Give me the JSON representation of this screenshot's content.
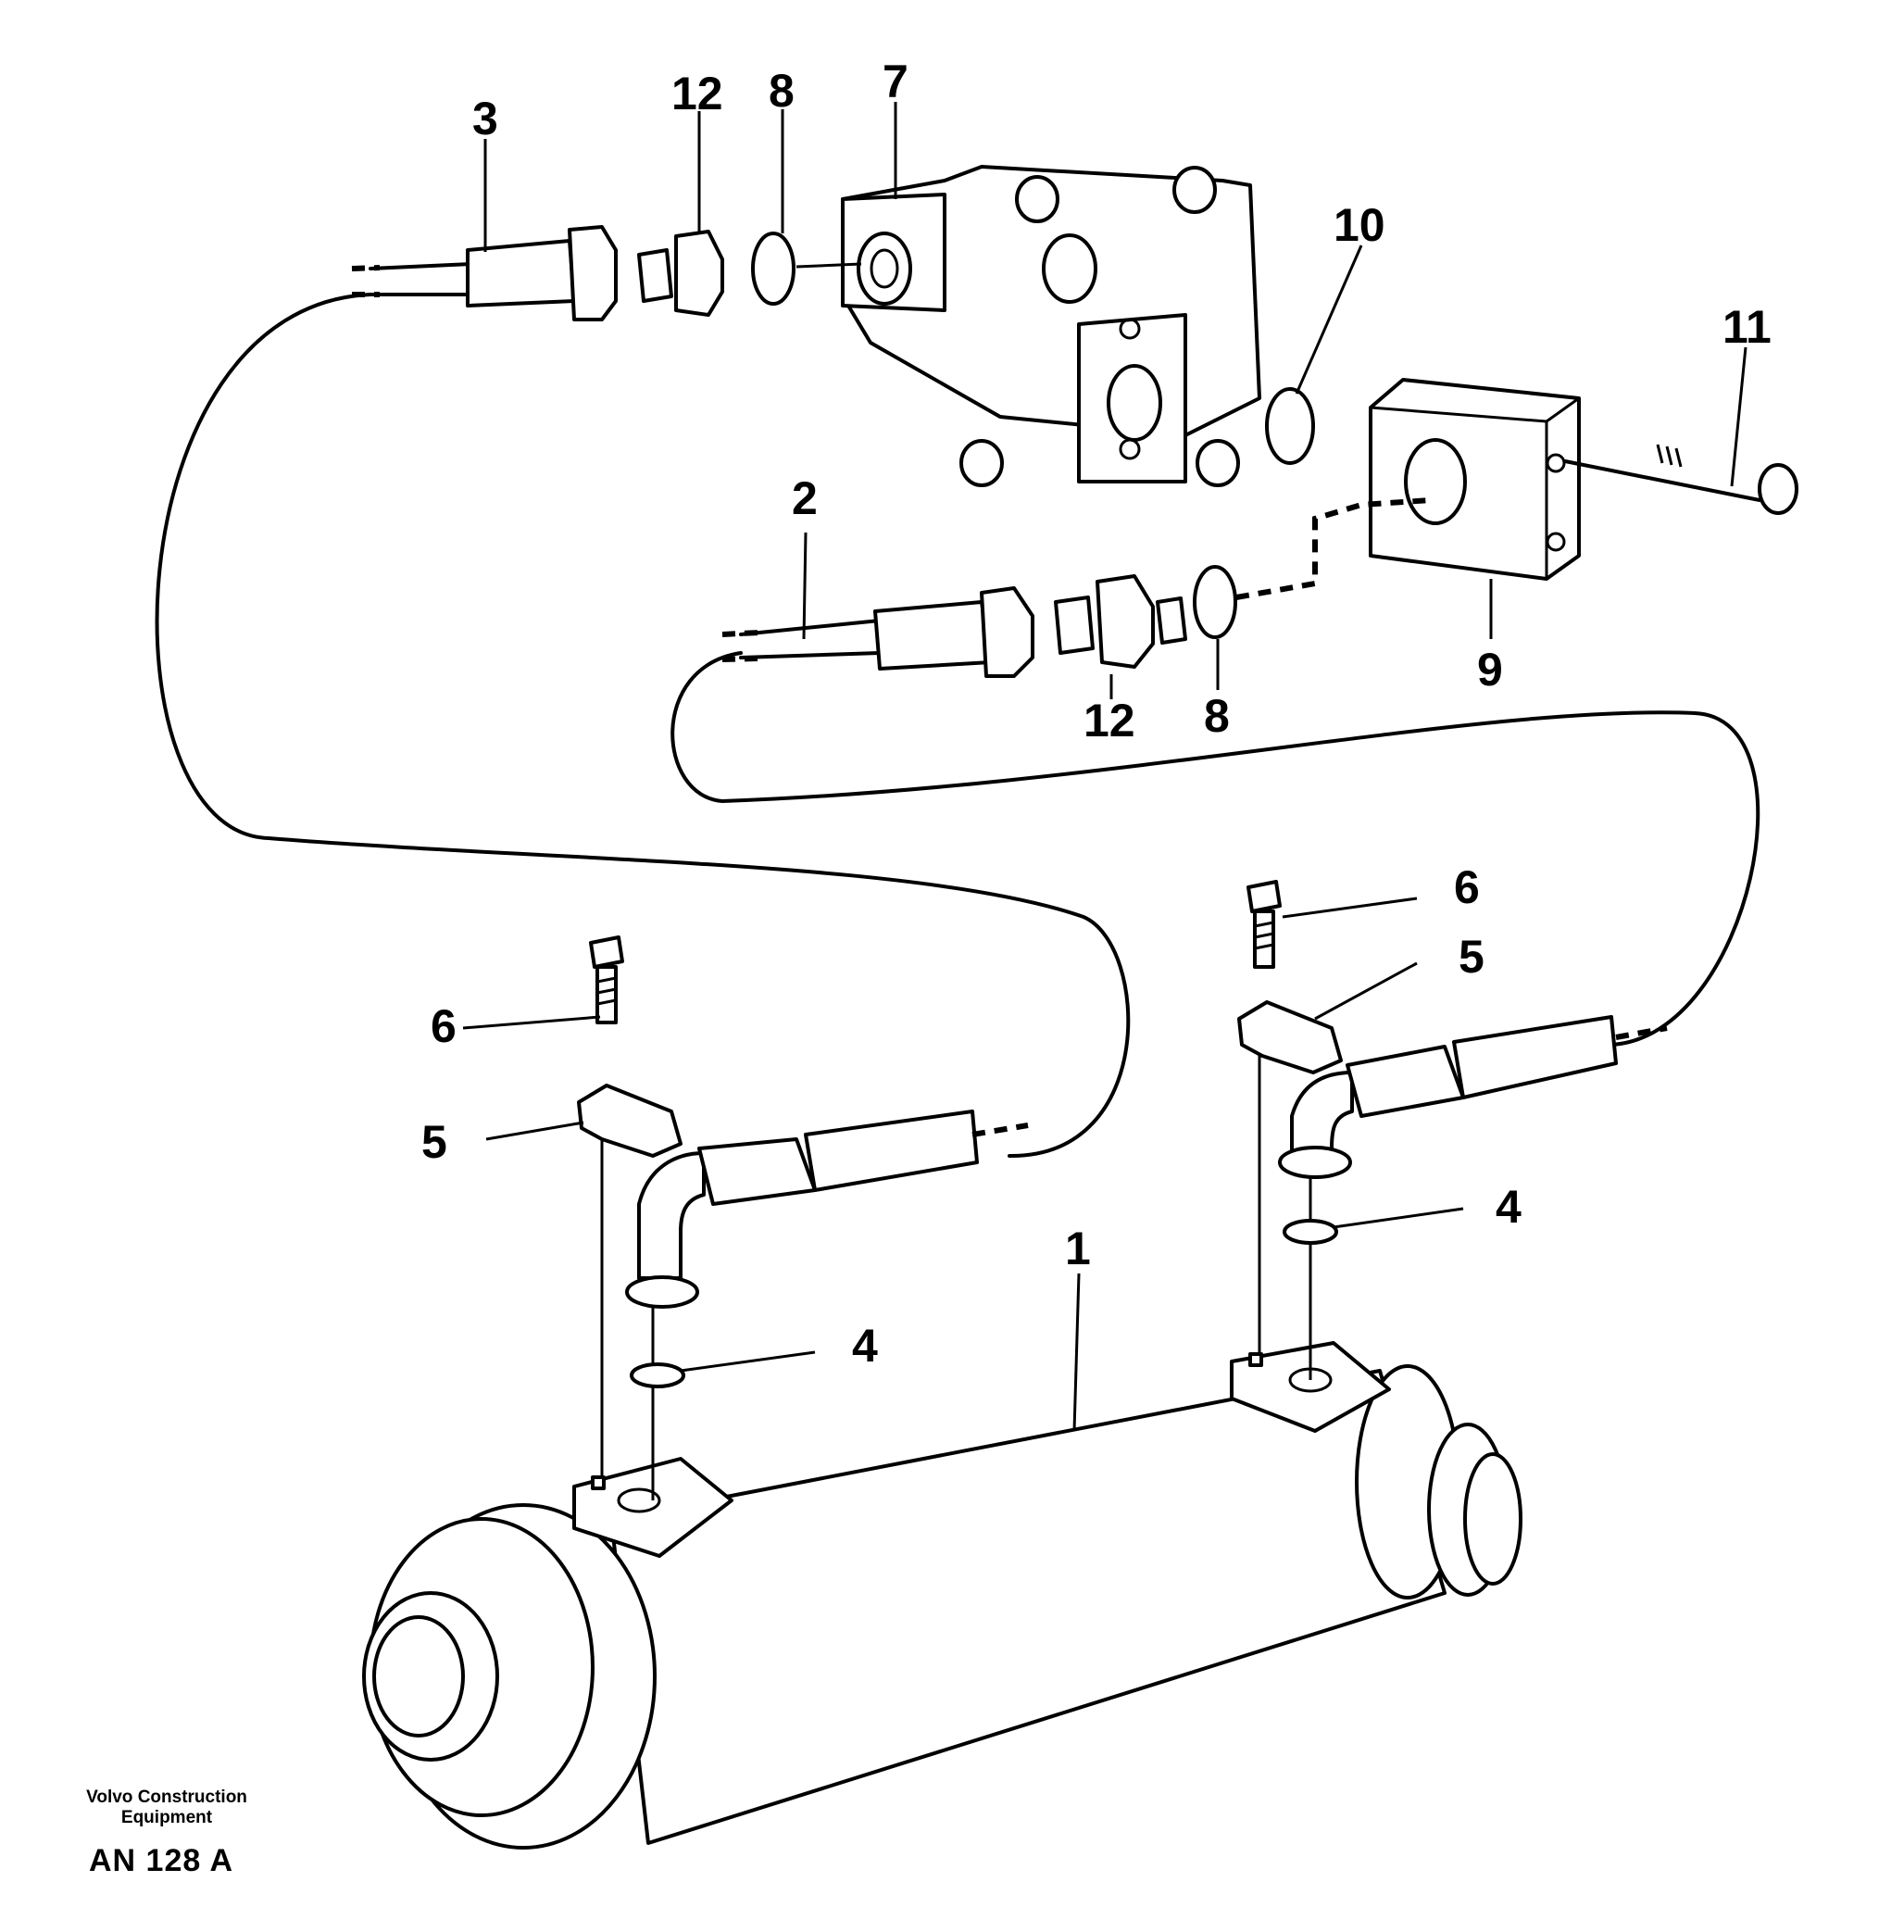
{
  "callouts": [
    "1",
    "2",
    "3",
    "4",
    "4",
    "5",
    "5",
    "6",
    "6",
    "7",
    "8",
    "8",
    "9",
    "10",
    "11",
    "12",
    "12"
  ],
  "footer": {
    "maker_line1": "Volvo Construction",
    "maker_line2": "Equipment",
    "code": "AN 128 A"
  }
}
